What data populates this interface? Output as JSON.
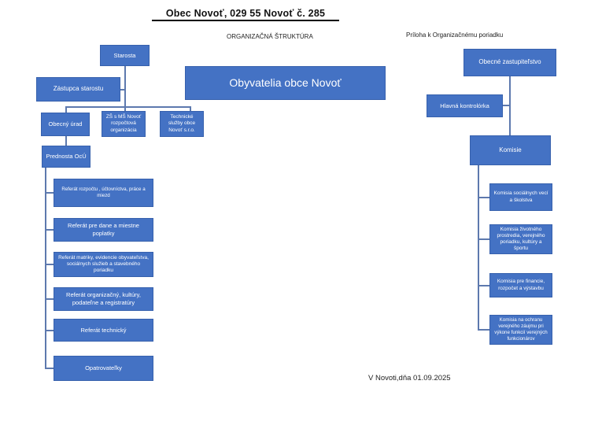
{
  "document": {
    "title": "Obec Novoť, 029 55 Novoť č. 285",
    "section_left": "ORGANIZAČNÁ ŠTRUKTÚRA",
    "section_right": "Príloha k Organizačnému poriadku",
    "footer": "V Novoti,dňa 01.09.2025"
  },
  "colors": {
    "node_fill": "#4472C4",
    "node_border": "#3761AD",
    "node_text": "#FFFFFF",
    "connector": "#5D79AE"
  },
  "chart": {
    "starosta": "Starosta",
    "zastupca_starostu": "Zástupca  starostu",
    "obecny_urad": "Obecný úrad",
    "zs_ms": "ZŠ s MŠ Novoť rozpočtová organizácia",
    "technicke_sluzby": "Technické služby obce Novoť s.r.o.",
    "prednosta": "Prednosta OcÚ",
    "obyvatelia": "Obyvatelia obce Novoť",
    "referaty": [
      "Referát rozpočtu , účtovníctva, práce a miezd",
      "Referát pre dane a miestne poplatky",
      "Referát matriky, evidencie obyvateľstva, sociálnych služieb a stavebného poriadku",
      "Referát organizačný,  kultúry, podateľne a registratúry",
      "Referát technický",
      "Opatrovateľky"
    ],
    "obecne_zastupitelstvo": "Obecné zastupiteľstvo",
    "hlavna_kontrolorka": "Hlavná  kontrolórka",
    "komisie": "Komisie",
    "komisie_list": [
      "Komisia sociálnych vecí a školstva",
      "Komisia životného prostredia, verejného poriadku, kultúry a športu",
      "Komisia pre financie, rozpočet a výstavbu",
      "Komisia na ochranu verejného záujmu pri výkone funkcií verejných funkcionárov"
    ]
  }
}
